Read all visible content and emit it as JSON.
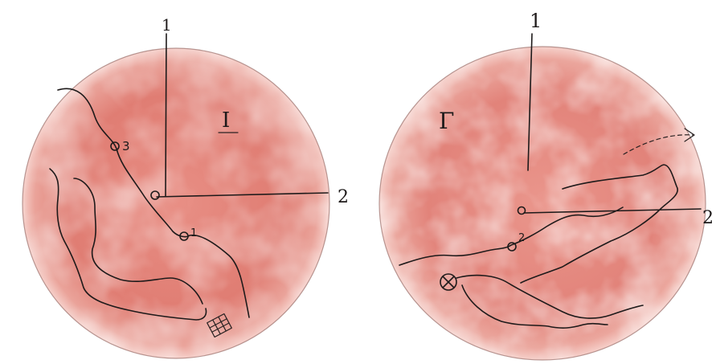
{
  "colors": {
    "dish_fill": "#e58a80",
    "dish_light": "#f4b3aa",
    "dish_dark": "#d86a60",
    "ink": "#1e1a1a",
    "background": "#ffffff"
  },
  "left_dish": {
    "quadrant_label": "I",
    "axis_labels": {
      "vertical": "1",
      "horizontal": "2"
    },
    "points": [
      {
        "label": "3"
      },
      {
        "label": "1"
      }
    ]
  },
  "right_dish": {
    "quadrant_label": "Γ",
    "axis_labels": {
      "vertical": "1",
      "horizontal": "2"
    },
    "points": [
      {
        "label": "2"
      }
    ]
  }
}
